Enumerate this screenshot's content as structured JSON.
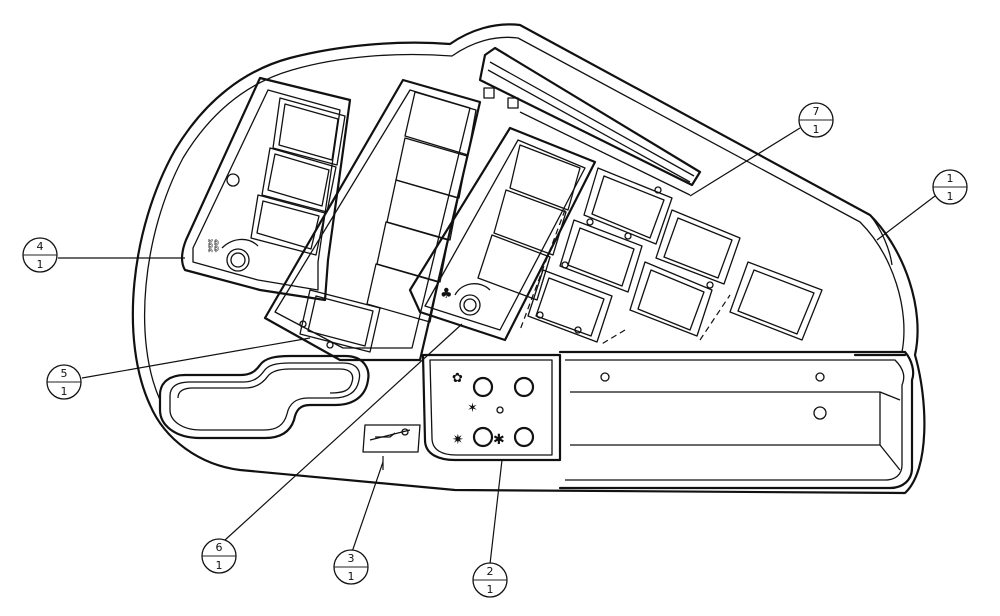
{
  "callouts": [
    {
      "item": "1",
      "qty": "1"
    },
    {
      "item": "2",
      "qty": "1"
    },
    {
      "item": "3",
      "qty": "1"
    },
    {
      "item": "4",
      "qty": "1"
    },
    {
      "item": "5",
      "qty": "1"
    },
    {
      "item": "6",
      "qty": "1"
    },
    {
      "item": "7",
      "qty": "1"
    }
  ]
}
